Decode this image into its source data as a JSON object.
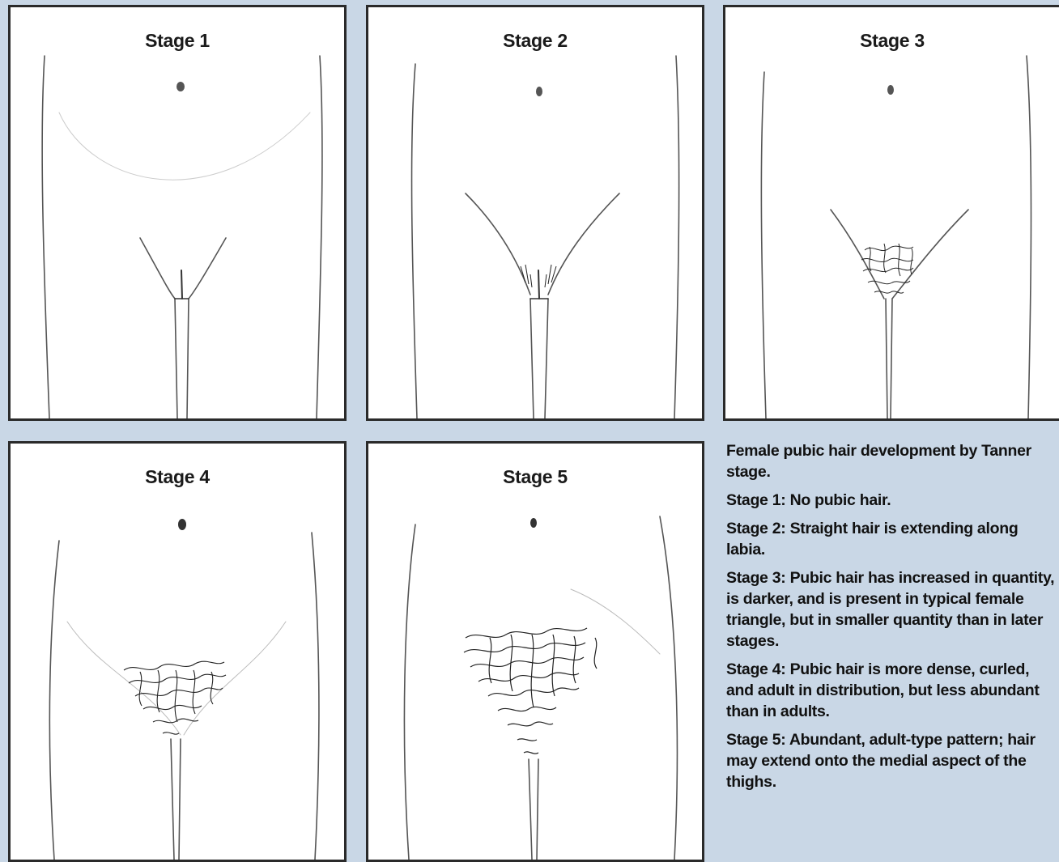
{
  "panels": [
    {
      "id": "stage-1",
      "title": "Stage 1"
    },
    {
      "id": "stage-2",
      "title": "Stage 2"
    },
    {
      "id": "stage-3",
      "title": "Stage 3"
    },
    {
      "id": "stage-4",
      "title": "Stage 4"
    },
    {
      "id": "stage-5",
      "title": "Stage 5"
    }
  ],
  "caption": {
    "heading": "Female pubic hair development by Tanner stage.",
    "stages": [
      "Stage 1: No pubic hair.",
      "Stage 2: Straight hair is extending along labia.",
      "Stage 3: Pubic hair has increased in quantity, is darker, and is present in typical female triangle, but in smaller quantity than in later stages.",
      "Stage 4: Pubic hair is more dense, curled, and adult in distribution, but less abundant than in adults.",
      "Stage 5: Abundant, adult-type pattern; hair may extend onto the medial aspect of the thighs."
    ]
  },
  "colors": {
    "background": "#c9d7e6",
    "panel": "#ffffff",
    "border": "#2a2a2a",
    "text": "#111111"
  }
}
